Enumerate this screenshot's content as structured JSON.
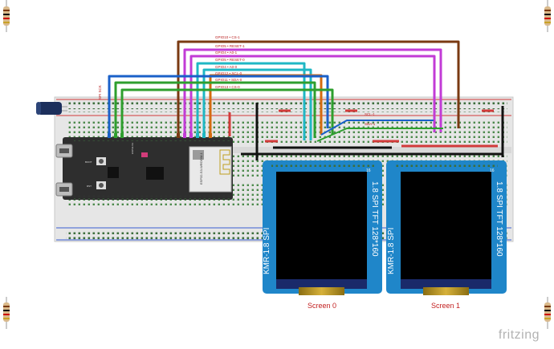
{
  "wire_labels": [
    {
      "text": "GPIO10 • CS-1",
      "color": "#7a3a12"
    },
    {
      "text": "GPIO5 • RESET-1",
      "color": "#c23bd6"
    },
    {
      "text": "GPIO4 • A0-1",
      "color": "#c23bd6"
    },
    {
      "text": "GPIO5 • RESET-0",
      "color": "#1fb7c4"
    },
    {
      "text": "GPIO4 • A0-0",
      "color": "#1fb7c4"
    },
    {
      "text": "GPIO12 • SCL-0",
      "color": "#d46b0f"
    },
    {
      "text": "GPIO11 • SDA-0",
      "color": "#2e9f2e"
    },
    {
      "text": "GPIO13 • CS-0",
      "color": "#1a60c9"
    }
  ],
  "bus_labels": {
    "left": "SPI SCK",
    "scl1": "SCL-1",
    "sda1": "SDA-1"
  },
  "board": {
    "btn_top": "BOOT",
    "btn_bottom": "RST",
    "module_text": "ESP32-S3-WROOM-1",
    "chip_text": "ESP32-S3"
  },
  "screens": [
    {
      "side_left": "KMR-1.8 SPI",
      "side_right": "1.8 SPI TFT 128*160",
      "caption": "Screen 0",
      "pin_num": "16"
    },
    {
      "side_left": "KMR-1.8 SPI",
      "side_right": "1.8 SPI TFT 128*160",
      "caption": "Screen 1",
      "pin_num": "16"
    }
  ],
  "brand": "fritzing",
  "colors": {
    "breadboard": "#e9e9e9",
    "rail_red": "#d23a3a",
    "rail_blue": "#3a5fd2",
    "pcb": "#2e2e2e",
    "tft": "#1f86c9"
  }
}
